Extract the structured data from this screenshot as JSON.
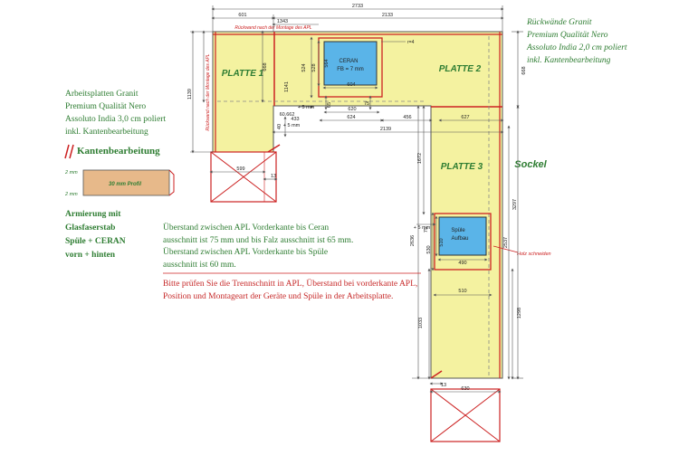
{
  "dimensions": {
    "top_total": "2733",
    "top_left": "601",
    "top_mid": "2133",
    "top_1343": "1343",
    "right_1": "668",
    "left_668": "668",
    "left_1139": "1139",
    "left_1141": "1141",
    "ceran_524": "524",
    "ceran_528": "528",
    "ceran_564": "564",
    "ceran_604": "604",
    "ceran_65": "65",
    "ceran_75": "75",
    "ceran_620": "620",
    "ceran_624": "624",
    "r4": "r=4",
    "d_456": "456",
    "d_627": "627",
    "d_2139": "2139",
    "d_433": "433",
    "d_60662": "60.662",
    "d_40": "40",
    "d_5mm_a": "+ 5 mm",
    "d_5mm_b": "+ 5 mm",
    "d_599": "599",
    "d_13a": "13",
    "d_1672": "1672",
    "d_3297": "3297",
    "d_2636": "2636",
    "d_2537": "2537",
    "d_1298": "1298",
    "d_1033": "1033",
    "d_75": "75",
    "d_530": "530",
    "d_510a": "510",
    "d_510b": "510",
    "d_490": "490",
    "d_5mm_c": "+ 5 mm",
    "d_13b": "13",
    "d_630": "630"
  },
  "labels": {
    "platte1": "PLATTE 1",
    "platte2": "PLATTE 2",
    "platte3": "PLATTE 3",
    "sockel": "Sockel",
    "ceran_line1": "CERAN",
    "ceran_line2": "FB = 7 mm",
    "spuele_line1": "Spüle",
    "spuele_line2": "Aufbau",
    "holz": "Holz schneiden",
    "rueckwand_top": "Rückwand nach der Montage des APL",
    "rueckwand_left": "Rückwand nach der Montage des APL",
    "profil": "30 mm Profil",
    "mm2a": "2 mm",
    "mm2b": "2 mm"
  },
  "notes": {
    "right": [
      "Rückwände Granit",
      "Premium Qualität Nero",
      "Assoluto India 2,0 cm poliert",
      "inkl. Kantenbearbeitung"
    ],
    "left": [
      "Arbeitsplatten Granit",
      "Premium Qualität Nero",
      "Assoluto India 3,0 cm poliert",
      "inkl. Kantenbearbeitung"
    ],
    "kante_title": "Kantenbearbeitung",
    "armierung": [
      "Armierung mit",
      "Glasfaserstab",
      "Spüle + CERAN",
      "vorn + hinten"
    ],
    "ueberstand": [
      "Überstand zwischen APL Vorderkante bis Ceran",
      "ausschnitt ist 75 mm und bis Falz ausschnitt ist 65 mm.",
      "Überstand zwischen APL Vorderkante bis Spüle",
      "ausschnitt ist 60 mm."
    ],
    "bitte": [
      "Bitte prüfen Sie die Trennschnitt in APL, Überstand bei vorderkante APL,",
      "Position und Montageart der Geräte und Spüle in der Arbeitsplatte."
    ]
  },
  "colors": {
    "counter": "#f4f2a0",
    "outline": "#555555",
    "red": "#cc2222",
    "green": "#2e7d32",
    "sink_blue": "#5ab4e8"
  }
}
